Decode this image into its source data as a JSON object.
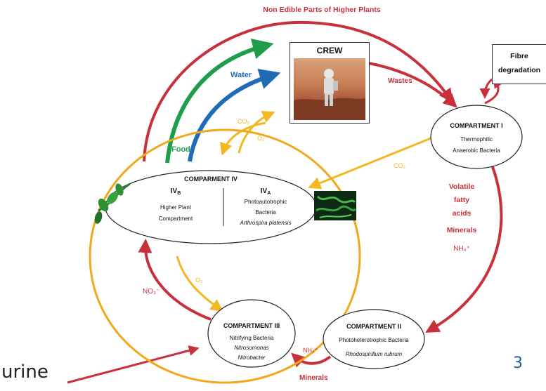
{
  "top_label": "Non Edible Parts of Higher Plants",
  "crew": {
    "title": "CREW",
    "photo_icon": "astronaut-on-mars-photo"
  },
  "fibre": {
    "line1": "Fibre",
    "line2": "degradation"
  },
  "flows": {
    "wastes": "Wastes",
    "water": "Water",
    "food": "Food",
    "co2_a": "CO₂",
    "o2_a": "O₂",
    "co2_b": "CO₂",
    "o2_b": "O₂",
    "nitrate": "NO₃⁻",
    "volatile": [
      "Volatile",
      "fatty",
      "acids"
    ],
    "minerals_right": "Minerals",
    "ammonium_right": "NH₄⁺",
    "ammonium_bottom": "NH₄⁺",
    "minerals_bottom": "Minerals"
  },
  "compartment1": {
    "title": "COMPARTMENT I",
    "line1": "Thermophilic",
    "line2": "Anaerobic Bacteria"
  },
  "compartment4": {
    "title": "COMPARMENT IV",
    "ivb": {
      "label": "IV",
      "sub": "B",
      "line1": "Higher Plant",
      "line2": "Compartment"
    },
    "iva": {
      "label": "IV",
      "sub": "A",
      "line1": "Photoautotrophic",
      "line2": "Bacteria",
      "line3": "Arthrospira platensis"
    }
  },
  "compartment2": {
    "title": "COMPARTMENT II",
    "line1": "Photoheterotrophic Bacteria",
    "line2": "Rhodospirillum rubrum"
  },
  "compartment3": {
    "title": "COMPARTMENT III",
    "line1": "Nitrifying  Bacteria",
    "line2": "Nitrosomonas",
    "line3": "Nitrobacter"
  },
  "page_number": "3",
  "urine_label": "urine",
  "colors": {
    "red": "#c8313b",
    "green": "#1e9e4a",
    "blue": "#1f6bb5",
    "yellow": "#f2b721",
    "circle": "#f2a81d"
  }
}
